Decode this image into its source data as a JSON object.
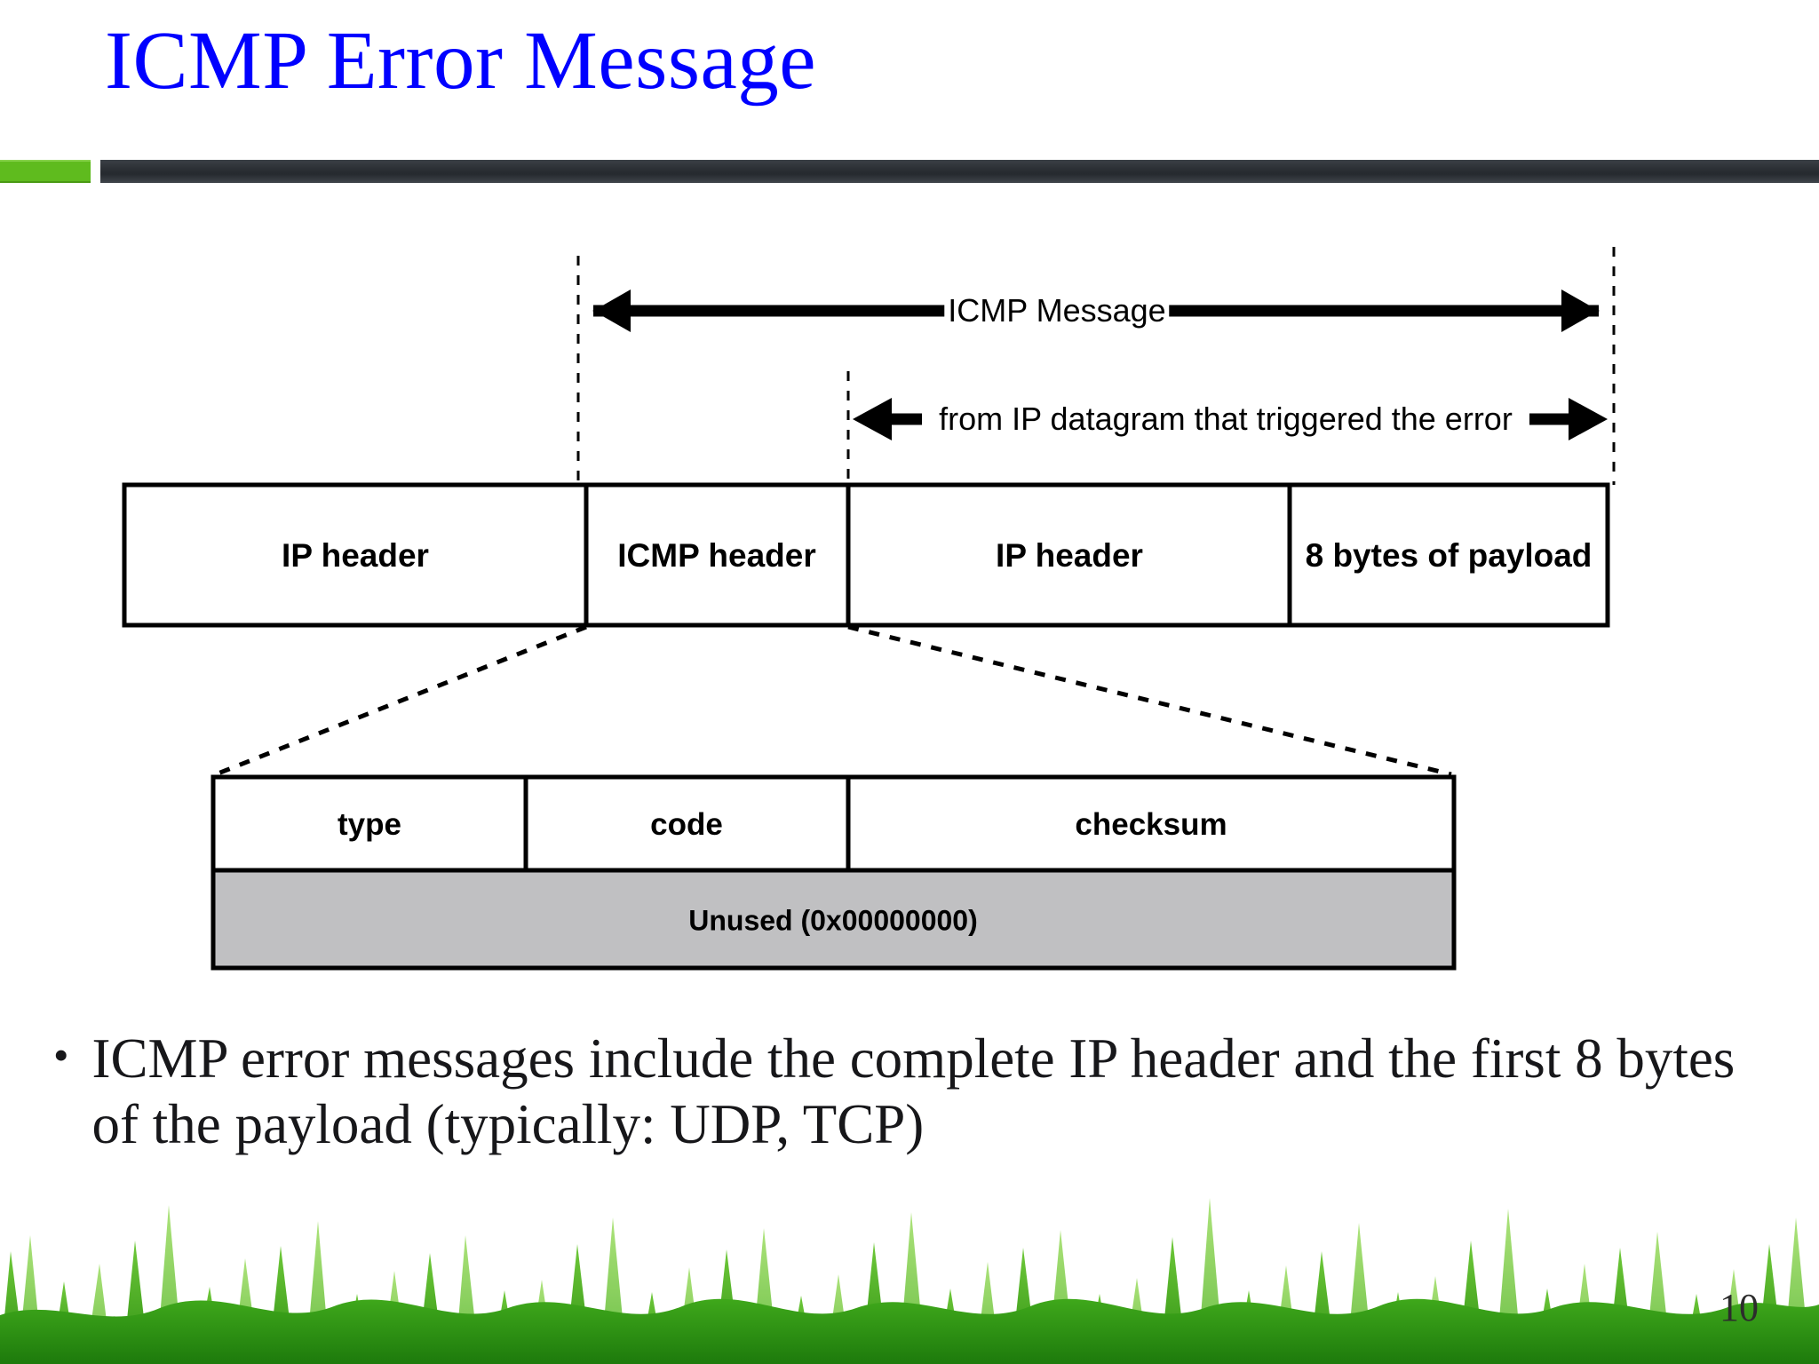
{
  "slide": {
    "title": "ICMP Error Message",
    "title_color": "#0000FF",
    "page_number": "10",
    "accent_green": "#5FBB1E",
    "rule_dark": "#2c3035"
  },
  "diagram": {
    "arrows": [
      {
        "label": "ICMP Message",
        "name": "icmp-message-span"
      },
      {
        "label": "from IP datagram that triggered the error",
        "name": "triggered-datagram-span"
      }
    ],
    "packet_boxes": [
      {
        "label": "IP header"
      },
      {
        "label": "ICMP header"
      },
      {
        "label": "IP header"
      },
      {
        "label": "8 bytes of payload"
      }
    ],
    "icmp_header_fields": [
      {
        "label": "type"
      },
      {
        "label": "code"
      },
      {
        "label": "checksum"
      }
    ],
    "icmp_header_unused": {
      "label": "Unused (0x00000000)",
      "fill": "#C0C0C2"
    }
  },
  "body": {
    "bullet_marker": "•",
    "bullet_text": "ICMP error messages include the complete IP header and the first 8 bytes of the payload (typically: UDP, TCP)"
  }
}
